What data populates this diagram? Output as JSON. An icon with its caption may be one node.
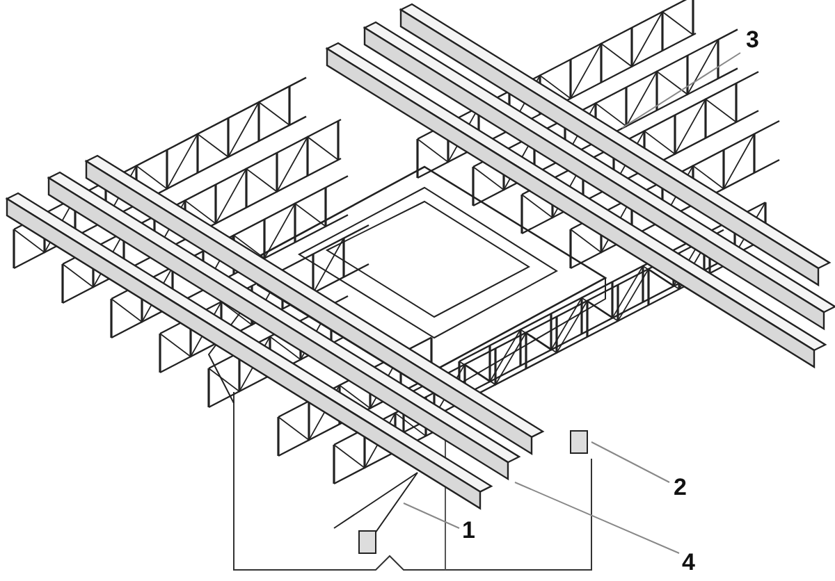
{
  "diagram": {
    "nodes": [
      {
        "text": [
          "3"
        ]
      },
      {
        "text": [
          "2"
        ]
      },
      {
        "text": [
          "1"
        ]
      },
      {
        "text": [
          "4"
        ]
      }
    ],
    "edges": [
      {
        "from": 0,
        "to": null,
        "arrow": "none"
      },
      {
        "from": 1,
        "to": null,
        "arrow": "none"
      },
      {
        "from": 2,
        "to": null,
        "arrow": "none"
      },
      {
        "from": 3,
        "to": null,
        "arrow": "none"
      }
    ]
  }
}
